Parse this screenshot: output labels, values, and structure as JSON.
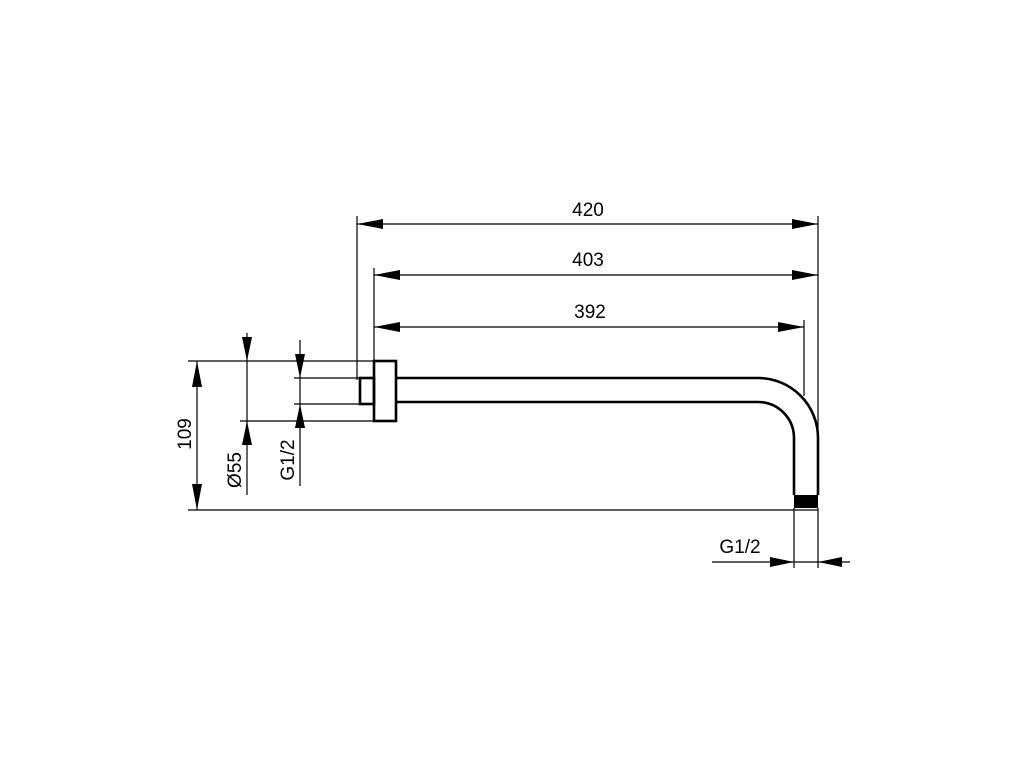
{
  "diagram": {
    "type": "technical-drawing",
    "subject": "shower arm",
    "line_color": "#000000",
    "background_color": "#ffffff"
  },
  "dimensions": {
    "overall_length": "420",
    "length_from_flange": "403",
    "length_straight": "392",
    "height": "109",
    "flange_diameter": "Ø55",
    "wall_thread": "G1/2",
    "outlet_thread": "G1/2"
  }
}
